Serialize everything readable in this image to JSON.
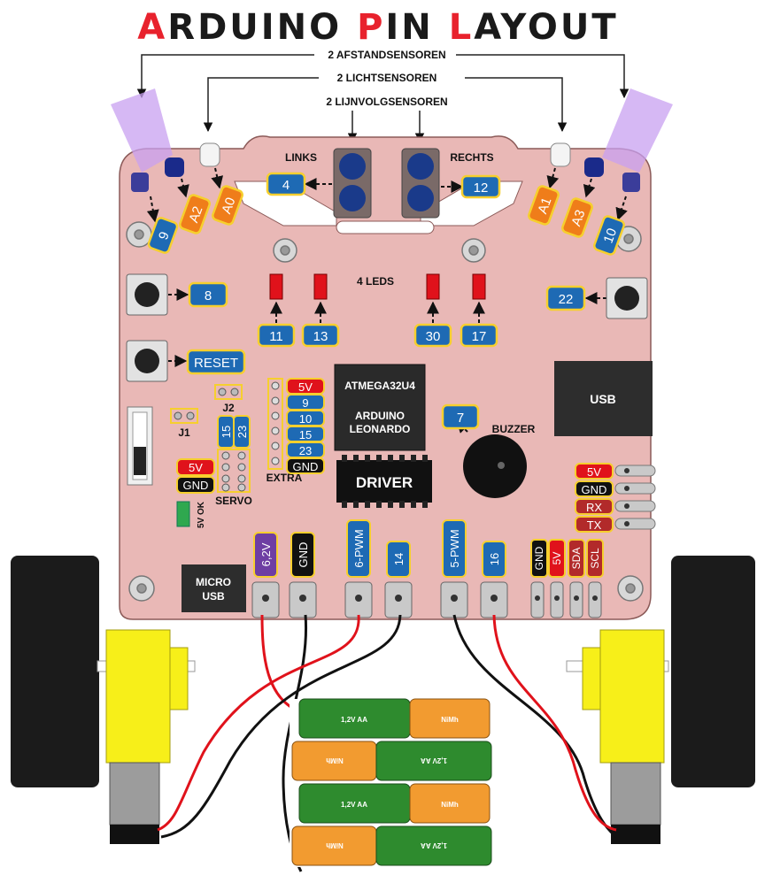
{
  "title": {
    "letters": [
      "A",
      "R",
      "D",
      "U",
      "I",
      "N",
      "O",
      " ",
      "P",
      "I",
      "N",
      " ",
      "L",
      "A",
      "Y",
      "O",
      "U",
      "T"
    ],
    "accent": "#e8222d",
    "main": "#1a1a1a"
  },
  "sensor_groups": {
    "distance": "2 AFSTANDSENSOREN",
    "light": "2 LICHTSENSOREN",
    "line": "2 LIJNVOLGSENSOREN"
  },
  "side_labels": {
    "left": "LINKS",
    "right": "RECHTS"
  },
  "leds_label": "4 LEDS",
  "chip": {
    "l1": "ATMEGA32U4",
    "l2": "ARDUINO",
    "l3": "LEONARDO"
  },
  "driver": "DRIVER",
  "usb": "USB",
  "micro_usb": {
    "l1": "MICRO",
    "l2": "USB"
  },
  "buzzer": "BUZZER",
  "extra": "EXTRA",
  "servo": "SERVO",
  "j1": "J1",
  "j2": "J2",
  "ok5v": "5V OK",
  "pins": {
    "p4": "4",
    "p12": "12",
    "p9": "9",
    "pA2": "A2",
    "pA0": "A0",
    "pA1": "A1",
    "pA3": "A3",
    "p10": "10",
    "p8": "8",
    "p22": "22",
    "reset": "RESET",
    "p11": "11",
    "p13": "13",
    "p30": "30",
    "p17": "17",
    "p7": "7",
    "hdr_5v": "5V",
    "hdr_9": "9",
    "hdr_10": "10",
    "hdr_15": "15",
    "hdr_23": "23",
    "hdr_gnd": "GND",
    "srv_15": "15",
    "srv_23": "23",
    "srv_5v": "5V",
    "srv_gnd": "GND",
    "ser_5v": "5V",
    "ser_gnd": "GND",
    "ser_rx": "RX",
    "ser_tx": "TX",
    "b_62v": "6,2V",
    "b_gnd": "GND",
    "b_6pwm": "6-PWM",
    "b_14": "14",
    "b_5pwm": "5-PWM",
    "b_16": "16",
    "i2c_gnd": "GND",
    "i2c_5v": "5V",
    "i2c_sda": "SDA",
    "i2c_scl": "SCL"
  },
  "battery": {
    "voltage": "1,2V AA",
    "type": "NiMh"
  },
  "colors": {
    "board": "#e9b8b6",
    "pin_blue": "#1e6ab4",
    "pin_orange": "#ef7d1a",
    "pin_red": "#e0121b",
    "pin_black": "#111111",
    "pin_purple": "#6e3ea3",
    "pin_darkred": "#b22a2a",
    "badge_border": "#f6cf2e",
    "battery_green": "#2e8b2e",
    "battery_orange": "#f29b30",
    "wheel": "#1b1b1b",
    "motor": "#f7ef19"
  }
}
